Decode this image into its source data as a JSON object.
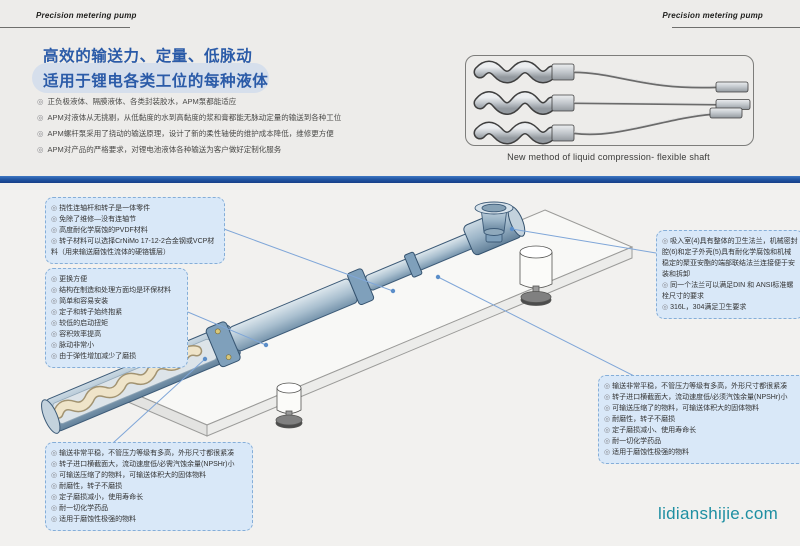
{
  "ui": {
    "bullet_marker": "◎"
  },
  "header": {
    "left": "Precision metering pump",
    "right": "Precision metering pump"
  },
  "hero": {
    "title_line1": "高效的输送力、定量、低脉动",
    "title_line2": "适用于锂电各类工位的每种液体",
    "bullets": [
      "正负极液体、隔膜液体、各类封装胶水，APM泵都能适应",
      "APM对液体从无挑剔，从低黏度的水到高黏度的浆和膏都能无脉动定量的输送到各种工位",
      "APM螺杆泵采用了挠动的输送原理，设计了新的柔性轴使的维护成本降低，维修更方便",
      "APM对产品的严格要求，对锂电池液体各种输送为客户做好定制化服务"
    ]
  },
  "shaft_panel": {
    "caption": "New method of liquid compression- flexible shaft"
  },
  "callouts": {
    "rotor": {
      "items": [
        "挠性连轴杆和转子是一体零件",
        "免除了维修—没有连轴节",
        "高度耐化学腐蚀的PVDF材料",
        "转子材料可以选择CrNiMo 17-12-2合金钢或VCP材料（用来输送磨蚀性流体的硬铬镀层）"
      ]
    },
    "benefits": {
      "items": [
        "更换方便",
        "结构在制造和处理方面均是环保材料",
        "简单和容易安装",
        "定子和转子始终抱紧",
        "较低的启动扭矩",
        "容积效率提高",
        "脉动非常小",
        "由于弹性增加减少了磨损"
      ]
    },
    "performance_left": {
      "items": [
        "输送非常平稳，不管压力等级有多高，外形尺寸都很紧凑",
        "转子进口横截面大，流动速度低/必需汽蚀余量(NPSHr)小",
        "可输送压缩了的物料，可输送体积大的固体物料",
        "耐磨性，转子不磨损",
        "定子磨损减小，使用寿命长",
        "耐一切化学药品",
        "适用于磨蚀性极强的物料"
      ]
    },
    "hygiene": {
      "items": [
        "吸入室(4)具有整体的卫生法兰，机械密封腔(6)和定子外壳(5)具有耐化学腐蚀和机械稳定的聚亚安酯的端部联结法兰连接便于安装和拆卸",
        "同一个法兰可以满足DIN 和 ANSI标准螺栓尺寸的要求",
        "316L，304满足卫生要求"
      ]
    },
    "performance_right": {
      "items": [
        "输送非常平稳，不管压力等级有多高，外形尺寸都很紧凑",
        "转子进口横截面大，流动速度低/必须汽蚀余量(NPSHr)小",
        "可输送压缩了的物料，可输送体积大的固体物料",
        "耐磨性，转子不磨损",
        "定子磨损减小、使用寿命长",
        "耐一切化学药品",
        "适用于磨蚀性极强的物料"
      ]
    }
  },
  "watermark": {
    "text": "lidianshijie.com"
  },
  "colors": {
    "accent_blue": "#2b5ba8",
    "callout_fill": "#d9e8f8",
    "callout_border": "#85aed8",
    "leader_line": "#7fa6d8",
    "divider_blue": "#2257a5",
    "watermark_teal": "#1e8fa2"
  }
}
